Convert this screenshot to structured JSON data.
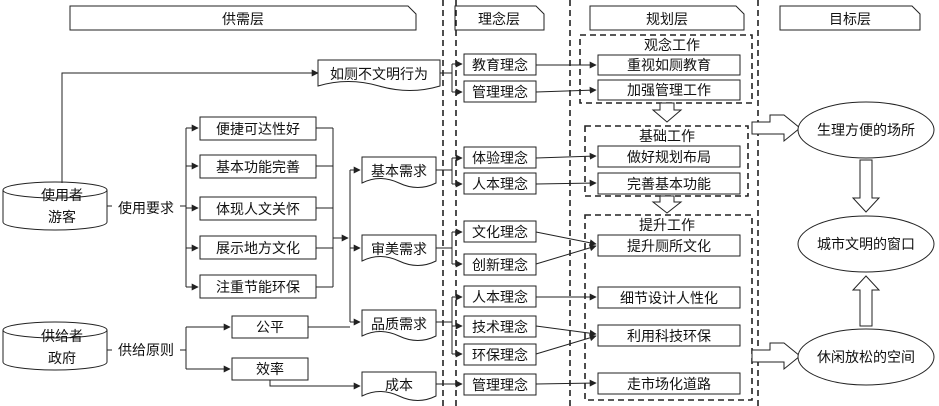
{
  "layers": {
    "supply": "供需层",
    "concept": "理念层",
    "planning": "规划层",
    "target": "目标层"
  },
  "actors": {
    "user_top": "使用者",
    "user_bottom": "游客",
    "provider_top": "供给者",
    "provider_bottom": "政府"
  },
  "relations": {
    "use_requirement": "使用要求",
    "supply_principle": "供给原则"
  },
  "requirements": [
    "便捷可达性好",
    "基本功能完善",
    "体现人文关怀",
    "展示地方文化",
    "注重节能环保"
  ],
  "principles": [
    "公平",
    "效率"
  ],
  "uncivil": "如厕不文明行为",
  "needs": [
    "基本需求",
    "审美需求",
    "品质需求"
  ],
  "cost": "成本",
  "concepts": [
    "教育理念",
    "管理理念",
    "体验理念",
    "人本理念",
    "文化理念",
    "创新理念",
    "人本理念",
    "技术理念",
    "环保理念",
    "管理理念"
  ],
  "work_groups": [
    "观念工作",
    "基础工作",
    "提升工作"
  ],
  "actions": [
    "重视如厕教育",
    "加强管理工作",
    "做好规划布局",
    "完善基本功能",
    "提升厕所文化",
    "细节设计人性化",
    "利用科技环保",
    "走市场化道路"
  ],
  "targets": [
    "生理方便的场所",
    "城市文明的窗口",
    "休闲放松的空间"
  ]
}
